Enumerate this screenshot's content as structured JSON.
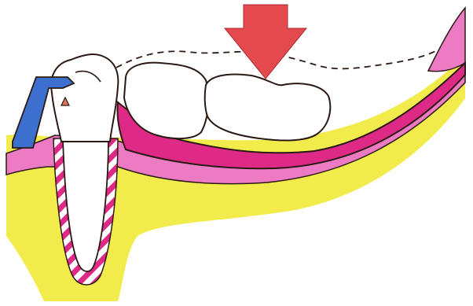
{
  "diagram": {
    "colors": {
      "background": "#ffffff",
      "slide_frame": "#f7f5f2",
      "bone": "#f1ec4b",
      "gingiva_light": "#ec7bc4",
      "saddle_pink": "#de2a86",
      "stripe_pink": "#de2a86",
      "clasp_blue": "#3d6fcf",
      "force_arrow": "#e24a4e",
      "marker_triangle": "#e8735a",
      "outline": "#2b1a14",
      "tooth": "#ffffff"
    },
    "icons": {
      "force_arrow": "down-arrow",
      "marker": "triangle"
    },
    "parts": [
      "abutment-tooth",
      "root-ligament",
      "clasp",
      "denture-saddle",
      "artificial-teeth",
      "occlusal-line",
      "gingiva",
      "alveolar-bone",
      "force-arrow",
      "rest-marker"
    ]
  }
}
